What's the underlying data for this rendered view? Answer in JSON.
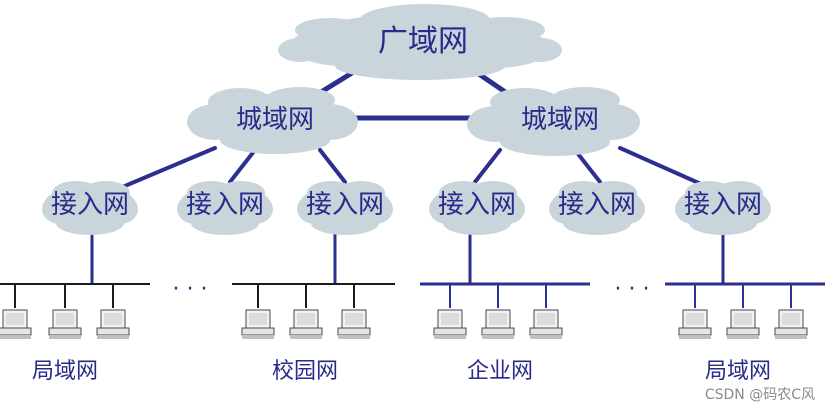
{
  "diagram": {
    "wan_label": "广域网",
    "man_label": "城域网",
    "access_label": "接入网",
    "lan_labels": [
      "局域网",
      "校园网",
      "企业网",
      "局域网"
    ],
    "ellipsis": "· · ·",
    "watermark": "CSDN @码农C风"
  },
  "colors": {
    "cloud_fill": "#c9d5db",
    "line": "#2b2f8f",
    "text": "#2a2a8a"
  }
}
